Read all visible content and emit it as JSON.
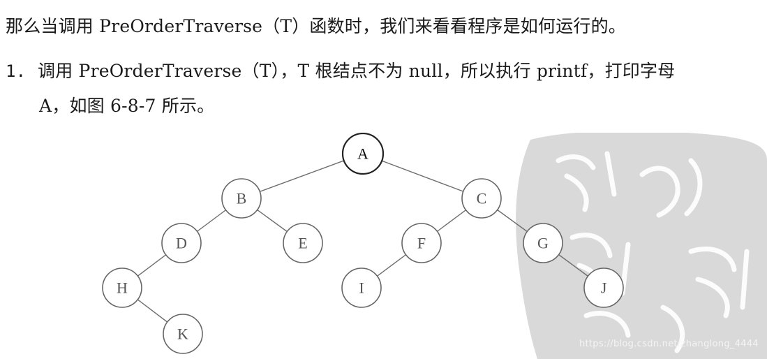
{
  "paragraph": {
    "text": "那么当调用 PreOrderTraverse（T）函数时，我们来看看程序是如何运行的。"
  },
  "step1": {
    "number": "1.",
    "line1": "调用 PreOrderTraverse（T），T 根结点不为 null，所以执行 printf，打印字母",
    "line2": "A，如图 6-8-7 所示。"
  },
  "tree": {
    "nodes": [
      "A",
      "B",
      "C",
      "D",
      "E",
      "F",
      "G",
      "H",
      "I",
      "J",
      "K"
    ]
  },
  "watermark": {
    "text": "https://blog.csdn.net/zhanglong_4444"
  }
}
